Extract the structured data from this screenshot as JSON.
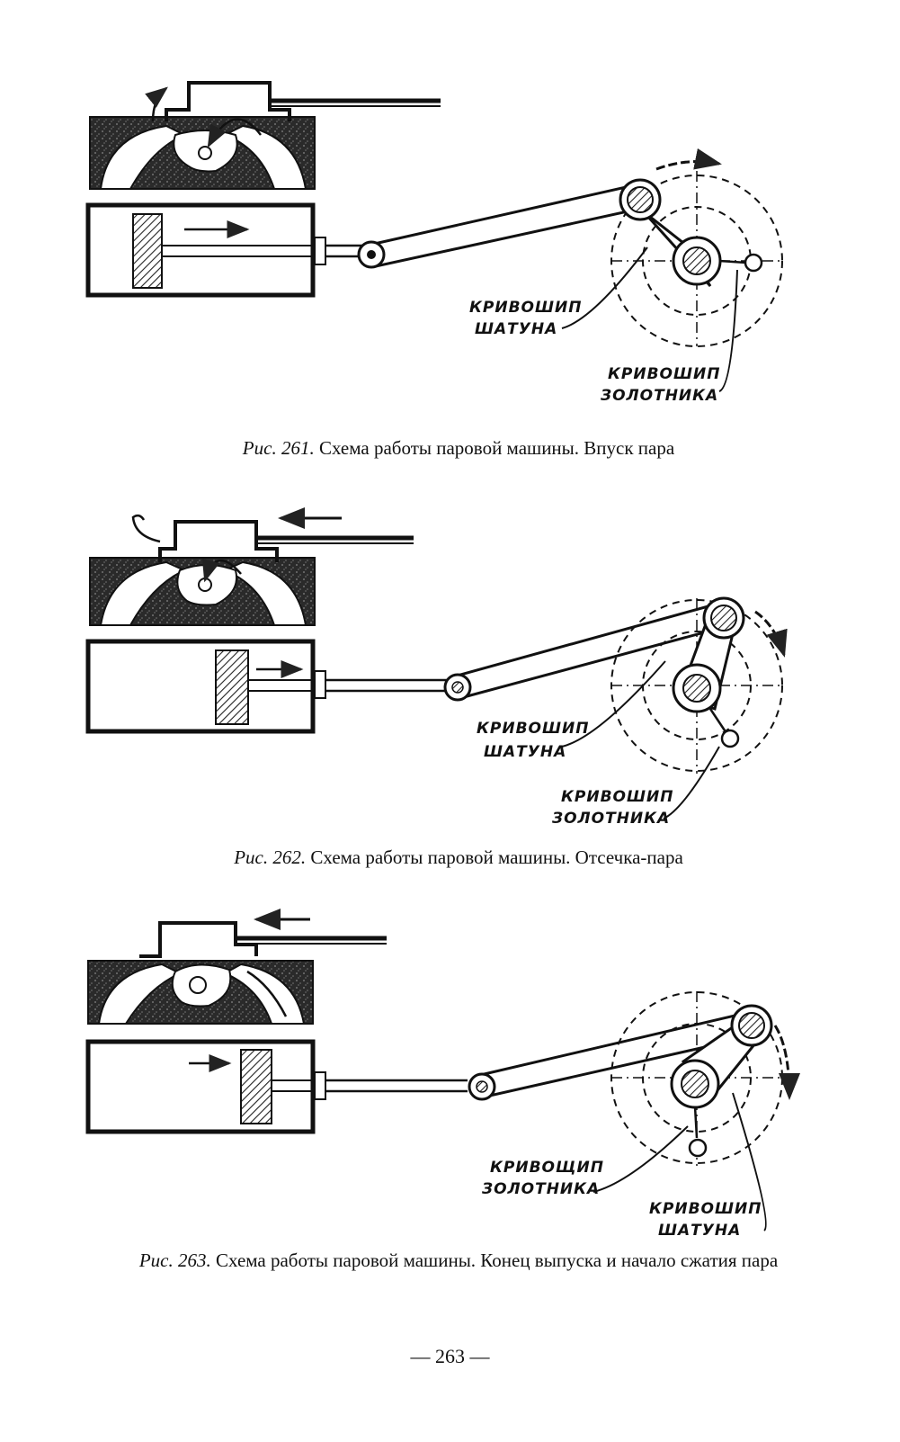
{
  "figures": [
    {
      "number": "Рис. 261.",
      "caption": "Схема работы паровой машины. Впуск пара",
      "label_crank_rod": [
        "КРИВОШИП",
        "ШАТУНА"
      ],
      "label_crank_valve": [
        "КРИВОШИП",
        "ЗОЛОТНИКА"
      ]
    },
    {
      "number": "Рис. 262.",
      "caption": "Схема работы паровой машины. Отсечка-пара",
      "label_crank_rod": [
        "КРИВОШИП",
        "ШАТУНА"
      ],
      "label_crank_valve": [
        "КРИВОШИП",
        "ЗОЛОТНИКА"
      ]
    },
    {
      "number": "Рис. 263.",
      "caption": "Схема работы паровой машины. Конец выпуска и начало сжатия пара",
      "label_crank_valve": [
        "КРИВОЩИП",
        "ЗОЛОТНИКА"
      ],
      "label_crank_rod": [
        "КРИВОШИП",
        "ШАТУНА"
      ]
    }
  ],
  "page_number": "— 263 —"
}
